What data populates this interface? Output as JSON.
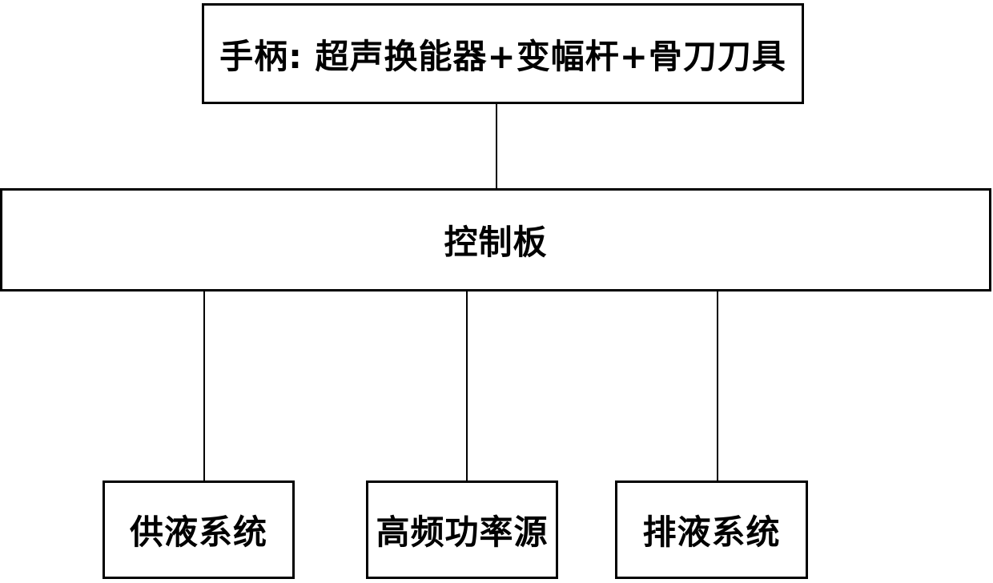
{
  "diagram": {
    "title": "ultrasonic-bone-knife-system-block-diagram",
    "colors": {
      "background": "#ffffff",
      "line": "#000000",
      "text": "#000000"
    },
    "nodes": {
      "handle": {
        "label": "手柄: 超声换能器+变幅杆+骨刀刀具"
      },
      "control_board": {
        "label": "控制板"
      },
      "liquid_supply": {
        "label": "供液系统"
      },
      "hf_power_source": {
        "label": "高频功率源"
      },
      "drainage": {
        "label": "排液系统"
      }
    },
    "edges": [
      {
        "from": "handle",
        "to": "control_board"
      },
      {
        "from": "control_board",
        "to": "liquid_supply"
      },
      {
        "from": "control_board",
        "to": "hf_power_source"
      },
      {
        "from": "control_board",
        "to": "drainage"
      }
    ]
  }
}
